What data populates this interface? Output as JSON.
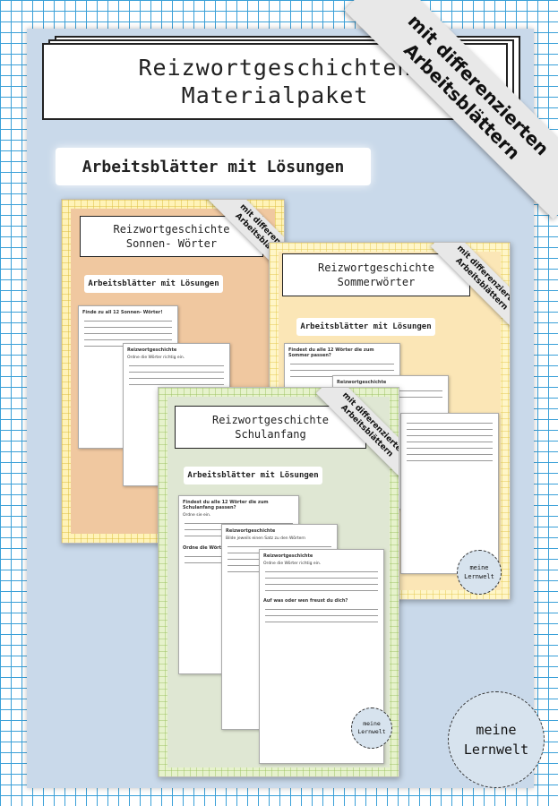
{
  "title": {
    "line1": "Reizwortgeschichten",
    "line2": "Materialpaket"
  },
  "subtitle": "Arbeitsblätter mit Lösungen",
  "ribbon": {
    "line1": "mit differenzierten",
    "line2": "Arbeitsblättern"
  },
  "covers": {
    "sonnen": {
      "title1": "Reizwortgeschichte",
      "title2": "Sonnen- Wörter",
      "sub": "Arbeitsblätter mit Lösungen",
      "ribbon1": "mit differenzi",
      "ribbon2": "Arbeitsblätt"
    },
    "sommer": {
      "title1": "Reizwortgeschichte",
      "title2": "Sommerwörter",
      "sub": "Arbeitsblätter mit Lösungen",
      "ribbon1": "mit differenzierten",
      "ribbon2": "Arbeitsblättern"
    },
    "schulanfang": {
      "title1": "Reizwortgeschichte",
      "title2": "Schulanfang",
      "sub": "Arbeitsblätter mit Lösungen",
      "ribbon1": "mit differenzierten",
      "ribbon2": "Arbeitsblättern"
    }
  },
  "sheets": {
    "sonnen_a": "Finde zu all 12 Sonnen- Wörter!",
    "sonnen_b": "Reizwortgeschichte",
    "sonnen_b_sub": "Ordne die Wörter richtig ein.",
    "sommer_a": "Findest du alle 12 Wörter die zum Sommer passen?",
    "sommer_b": "Reizwortgeschichte",
    "school_a": "Findest du alle 12 Wörter die zum Schulanfang passen?",
    "school_a_sub": "Ordne sie ein.",
    "school_b": "Reizwortgeschichte",
    "school_b_sub": "Bilde jeweils einen Satz zu den Wörtern",
    "school_c": "Reizwortgeschichte",
    "school_c_sub": "Ordne die Wörter richtig ein.",
    "school_d": "Ordne die Wörter",
    "school_question": "Auf was oder wen freust du dich?"
  },
  "logos": {
    "big": {
      "line1": "meine",
      "line2": "Lernwelt"
    },
    "small1": {
      "line1": "meine",
      "line2": "Lernwelt"
    },
    "small2": {
      "line1": "meine",
      "line2": "Lernwelt"
    }
  }
}
